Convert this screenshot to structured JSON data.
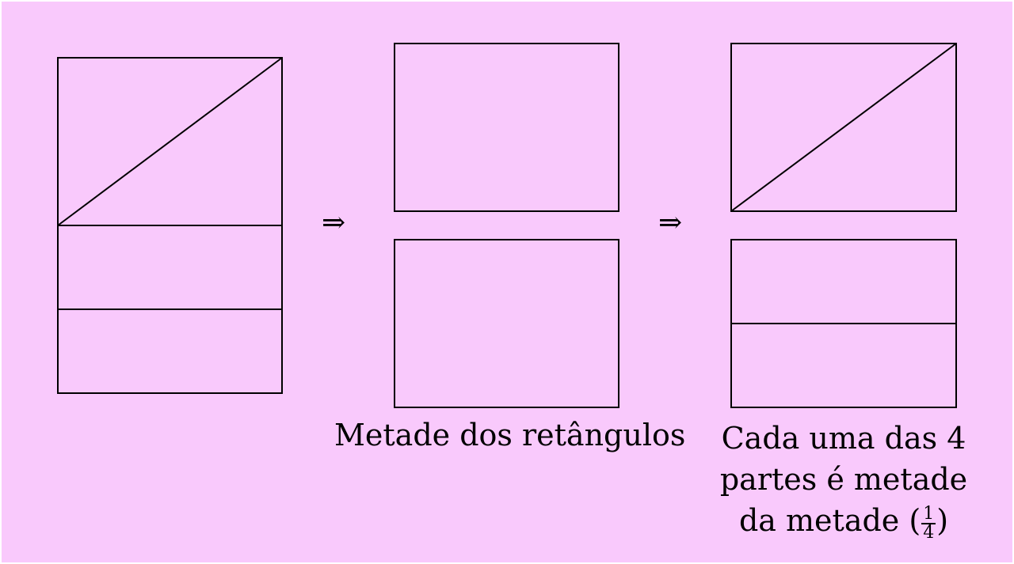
{
  "background_color": "#f9c9fc",
  "arrows": [
    "⇒",
    "⇒"
  ],
  "captions": {
    "middle": "Metade dos retângulos",
    "right_line1": "Cada uma das 4",
    "right_line2": "partes é metade",
    "right_line3_text": "da metade (",
    "right_fraction_num": "1",
    "right_fraction_den": "4",
    "right_line3_close": ")"
  }
}
